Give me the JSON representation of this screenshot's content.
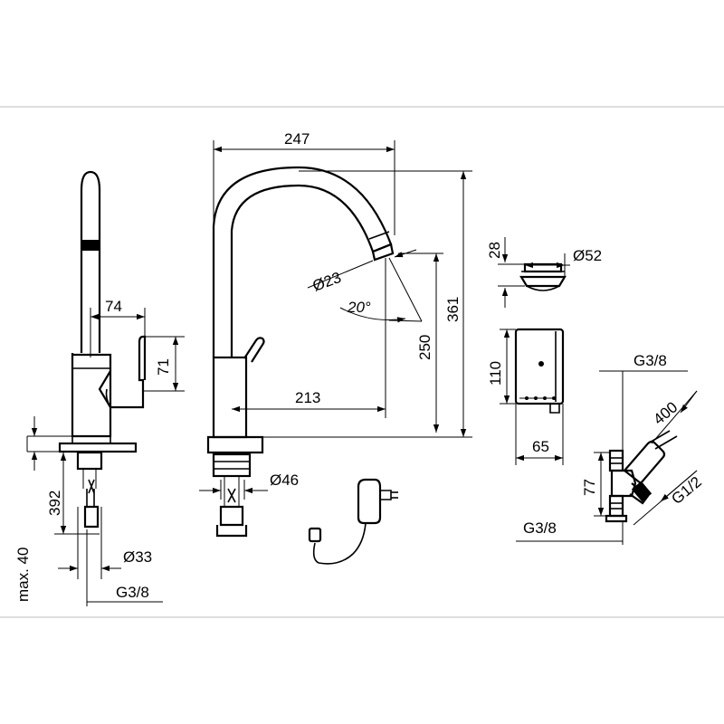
{
  "dimensions": {
    "d247": "247",
    "d23": "Ø23",
    "d20": "20°",
    "d250": "250",
    "d361": "361",
    "d213": "213",
    "d46": "Ø46",
    "d74": "74",
    "d71": "71",
    "d392": "392",
    "d33": "Ø33",
    "d_g38_left": "G3/8",
    "d_max40": "max. 40",
    "d28": "28",
    "d52": "Ø52",
    "d110": "110",
    "d65": "65",
    "d_g38_top": "G3/8",
    "d400": "400",
    "d_g12": "G1/2",
    "d77": "77",
    "d_g38_bottom": "G3/8"
  }
}
